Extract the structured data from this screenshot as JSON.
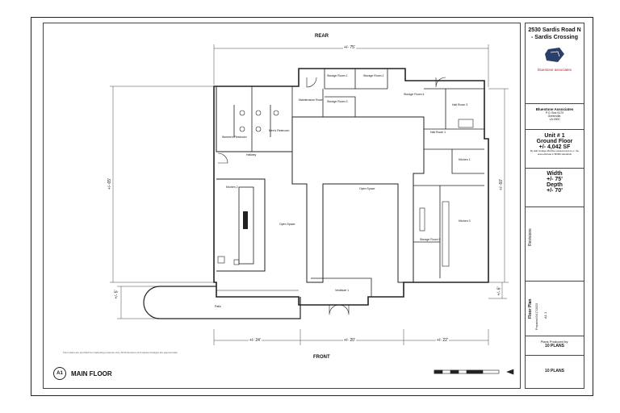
{
  "title_block": {
    "address": "2530 Sardis Road N - Sardis Crossing",
    "brand_name": "bluestone associates",
    "company": "Bluestone Associates",
    "company_addr1": "P.O. Box 5170",
    "company_addr2": "Greenville,",
    "company_addr3": "LA 0000",
    "unit": "Unit # 1",
    "floor": "Ground Floor",
    "sf": "+/- 4,042 SF",
    "sf_note": "By slab footage effective measurement is +/- the area estimate in BOMA standards",
    "width_label": "Width",
    "width_value": "+/- 75'",
    "depth_label": "Depth",
    "depth_value": "+/- 70'",
    "revisions_label": "Revisions",
    "floor_plan_label": "Floor Plan",
    "prepared_label": "Prepared 04/17/2023",
    "sheet_code": "A1.1",
    "produced_by_label": "Plans Produced by:",
    "producer": "10 PLANS",
    "producer_brand": "10 PLANS",
    "disclaimer": "Floor plans are provided for marketing purposes only. All dimensions and square footages are approximate."
  },
  "plan": {
    "rear_label": "REAR",
    "front_label": "FRONT",
    "dim_top": "+/- 75'",
    "dim_left": "+/- 65'",
    "dim_right": "+/- 60'",
    "dim_left_small": "+/- 5'",
    "dim_right_small": "+/- 6'",
    "dim_bottom_1": "+/- 24'",
    "dim_bottom_2": "+/- 20'",
    "dim_bottom_3": "+/- 22'",
    "rooms": {
      "storage_1": "Storage Room 1",
      "storage_2": "Storage Room 2",
      "maintenance": "Maintenance Room",
      "storage_3": "Storage Room 3",
      "women_restroom": "Women's Restroom",
      "mens_restroom": "Men's Restroom",
      "hallway": "Hallway",
      "storage_4": "Storage Room 4",
      "hall_room_3": "Hall Room 3",
      "hall_room_1": "Hall Room 1",
      "kitchen_1": "Kitchen 1",
      "open_space": "Open Space",
      "open_space_2": "Open Space",
      "kitchen_2": "Kitchen 2",
      "storage_5": "Storage Room 5",
      "vestibule": "Vestibule 1",
      "kitchen_3": "Kitchen 3",
      "patio": "Patio"
    },
    "sheet_bubble": "A1",
    "sheet_name": "MAIN FLOOR"
  },
  "colors": {
    "line": "#222222",
    "brand": "#2b3f6b",
    "brand_text": "#b3261e"
  }
}
